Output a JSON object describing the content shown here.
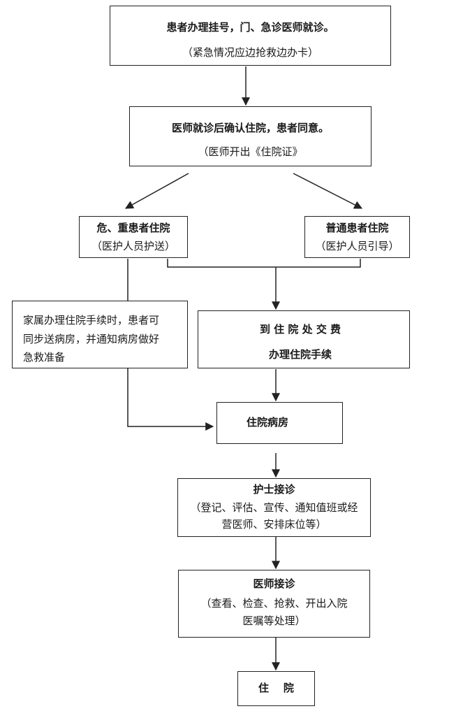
{
  "nodes": {
    "register": {
      "title": "患者办理挂号，门、急诊医师就诊。",
      "note": "（紧急情况应边抢救边办卡）"
    },
    "confirm": {
      "title": "医师就诊后确认住院，患者同意。",
      "note": "（医师开出《住院证》"
    },
    "critical": {
      "title": "危、重患者住院",
      "note": "（医护人员护送）"
    },
    "normal": {
      "title": "普通患者住院",
      "note": "（医护人员引导）"
    },
    "family": {
      "line1": "家属办理住院手续时，患者可",
      "line2": "同步送病房，并通知病房做好",
      "line3": "急救准备"
    },
    "payment": {
      "line1": "到 住 院 处 交 费",
      "line2": "办理住院手续"
    },
    "ward": {
      "title": "住院病房"
    },
    "nurse": {
      "title": "护士接诊",
      "line1": "（登记、评估、宣传、通知值班或经",
      "line2": "营医师、安排床位等）"
    },
    "doctor": {
      "title": "医师接诊",
      "line1": "（查看、检查、抢救、开出入院",
      "line2": "医嘱等处理）"
    },
    "admit": {
      "title": "住    院"
    }
  }
}
